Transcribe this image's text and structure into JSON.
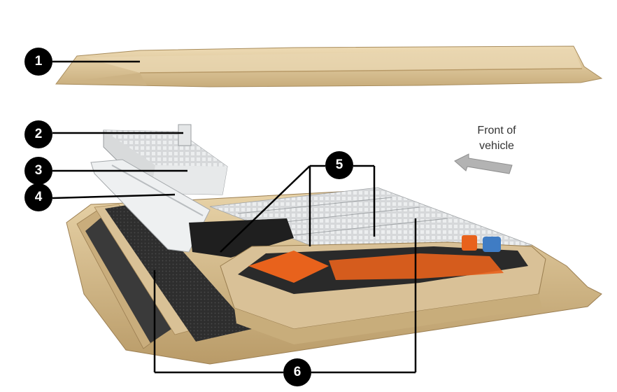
{
  "callouts": [
    {
      "id": "1",
      "label": "1"
    },
    {
      "id": "2",
      "label": "2"
    },
    {
      "id": "3",
      "label": "3"
    },
    {
      "id": "4",
      "label": "4"
    },
    {
      "id": "5",
      "label": "5"
    },
    {
      "id": "6",
      "label": "6"
    }
  ],
  "direction_label": {
    "line1": "Front of",
    "line2": "vehicle"
  },
  "colors": {
    "tray_tan": "#d9c39a",
    "cover_tan": "#e2cca1",
    "electronics_orange": "#e8621c",
    "cells_gray": "#cfd2d4",
    "insulation_dark": "#3a3a3a",
    "callout_black": "#000000",
    "arrow_gray": "#b3b3b3"
  }
}
